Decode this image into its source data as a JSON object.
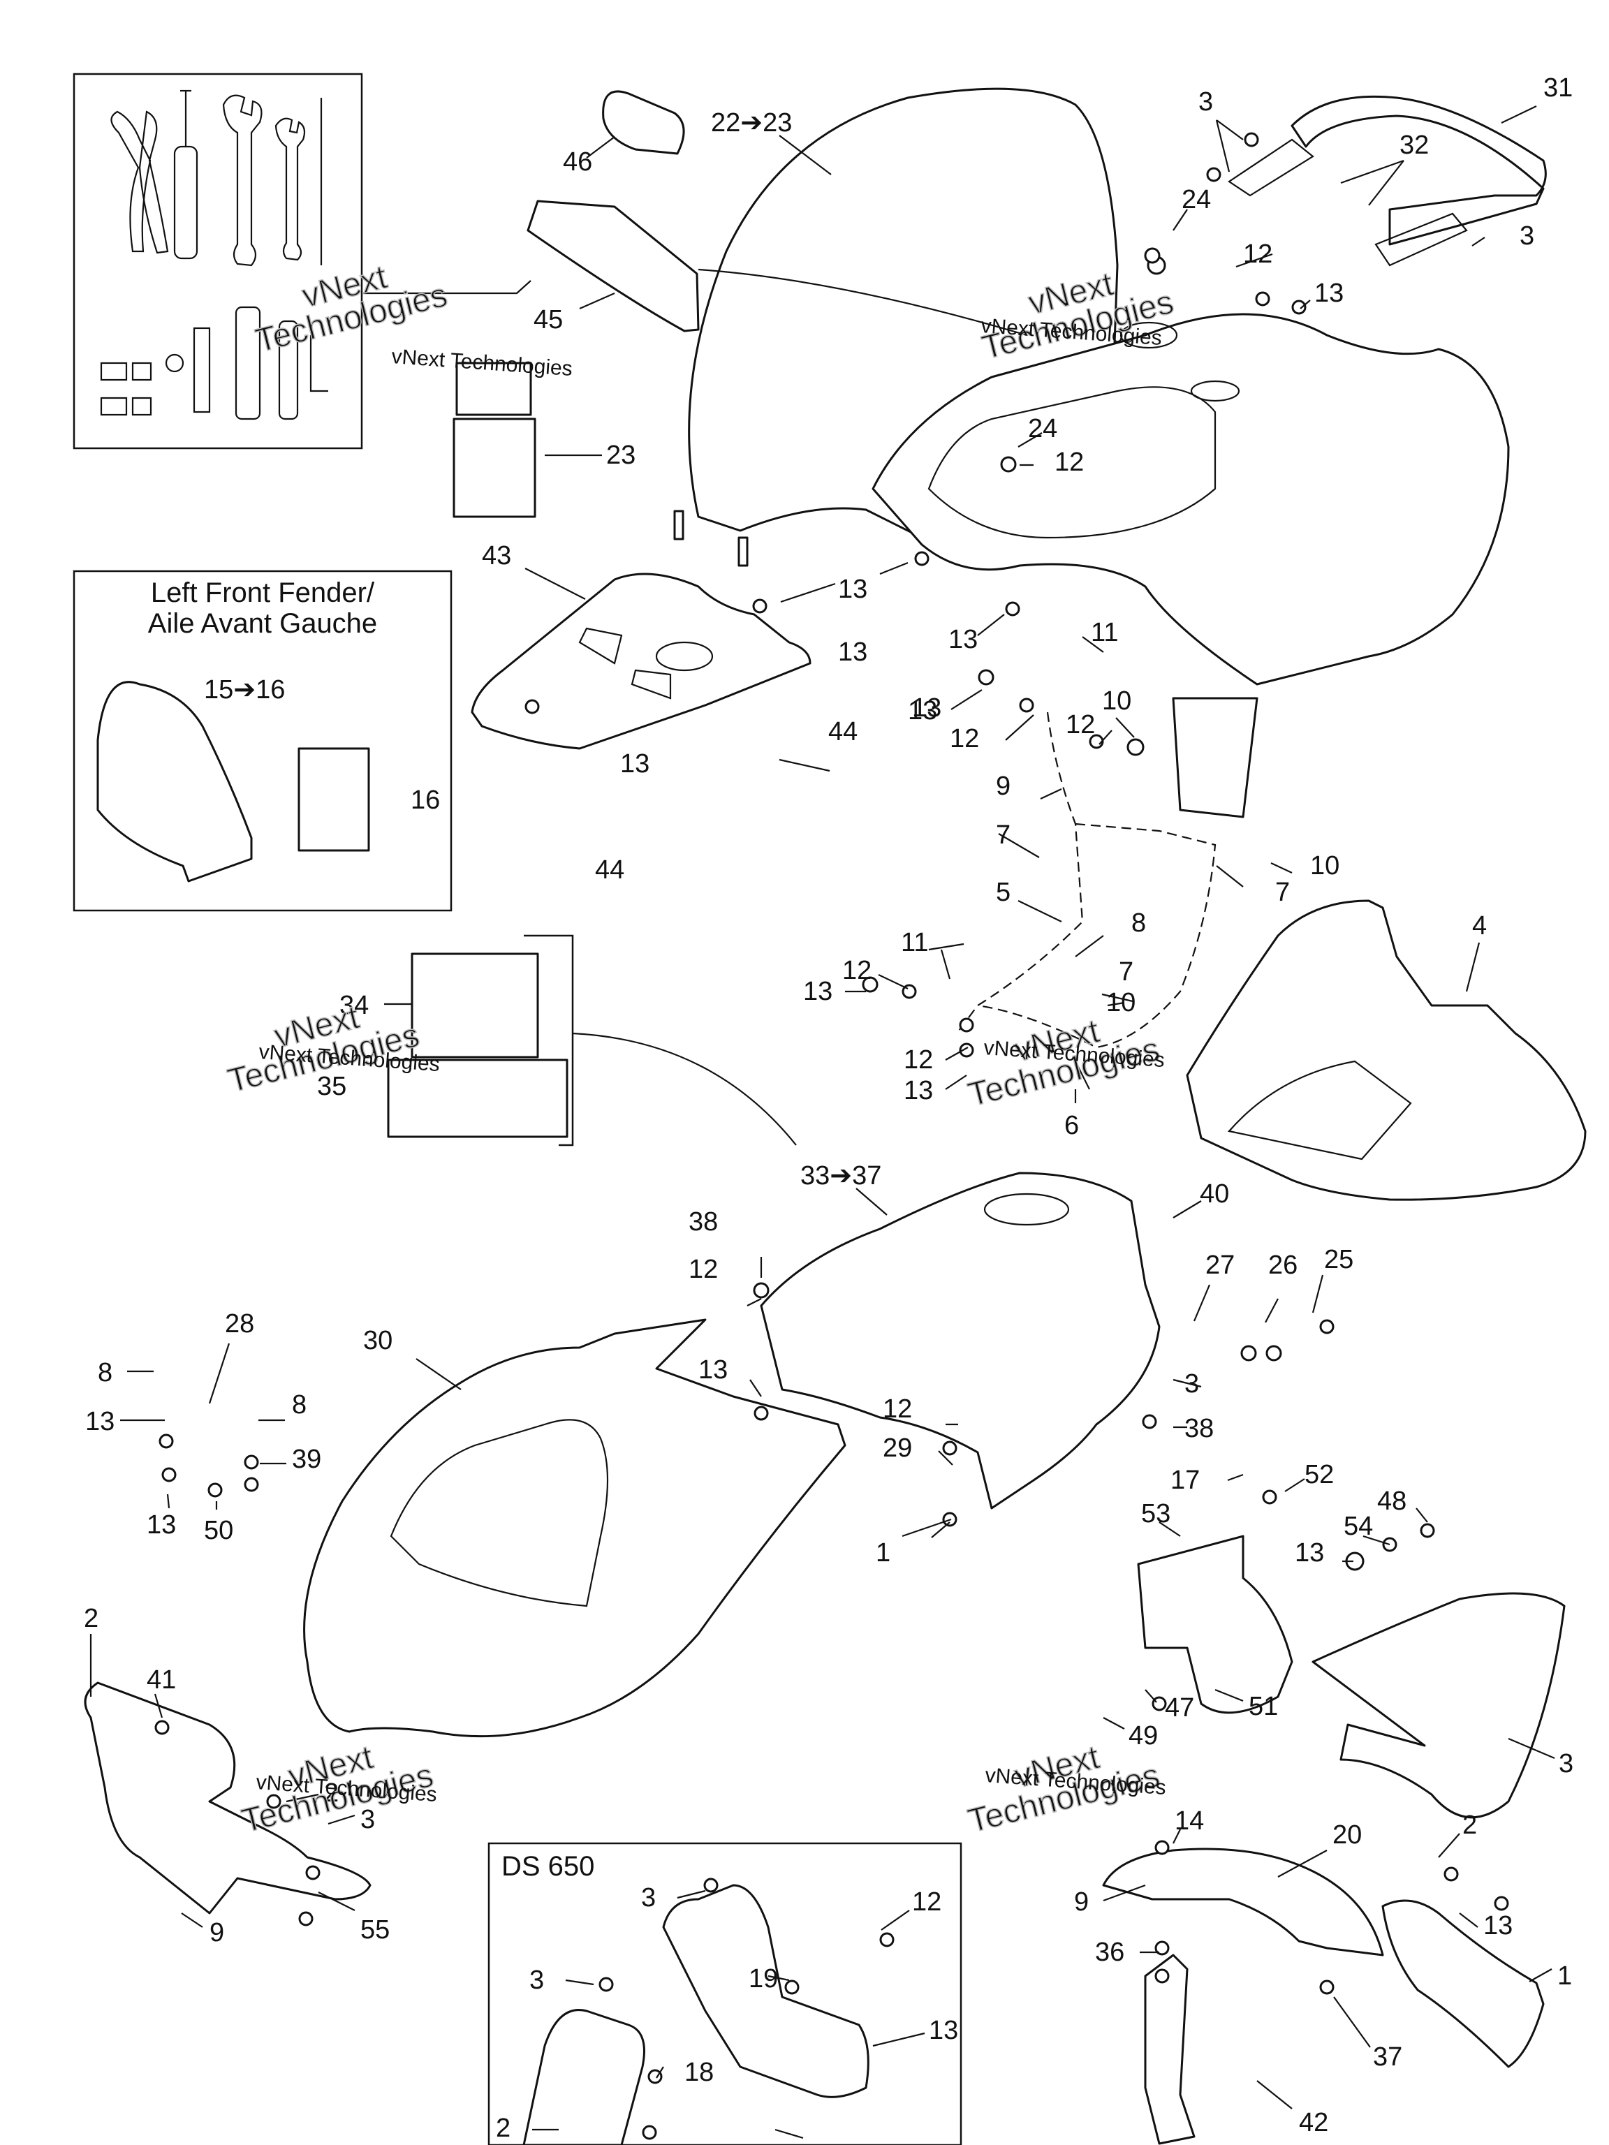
{
  "boxes": {
    "toolkit": {
      "title": ""
    },
    "left_front_fender": {
      "title_line1": "Left Front Fender/",
      "title_line2": "Aile Avant Gauche"
    },
    "ds650": {
      "title": "DS 650"
    }
  },
  "watermark": {
    "line1": "vNext",
    "line2": "Technologies",
    "brand": "vNext Technologies"
  },
  "callouts": [
    "46",
    "22➔23",
    "3",
    "31",
    "32",
    "24",
    "12",
    "3",
    "13",
    "45",
    "23",
    "12",
    "24",
    "43",
    "13",
    "13",
    "13",
    "13",
    "11",
    "13",
    "12",
    "10",
    "12",
    "15➔16",
    "44",
    "13",
    "9",
    "16",
    "44",
    "7",
    "10",
    "7",
    "5",
    "8",
    "11",
    "4",
    "12",
    "13",
    "7",
    "10",
    "12",
    "13",
    "6",
    "34",
    "35",
    "33➔37",
    "40",
    "38",
    "12",
    "27",
    "26",
    "25",
    "28",
    "30",
    "8",
    "13",
    "8",
    "13",
    "39",
    "3",
    "38",
    "12",
    "29",
    "13",
    "50",
    "17",
    "52",
    "48",
    "53",
    "54",
    "13",
    "1",
    "2",
    "41",
    "47",
    "51",
    "49",
    "3",
    "2",
    "3",
    "55",
    "9",
    "14",
    "20",
    "2",
    "3",
    "12",
    "9",
    "13",
    "36",
    "3",
    "19",
    "1",
    "13",
    "37",
    "18",
    "42",
    "2"
  ]
}
